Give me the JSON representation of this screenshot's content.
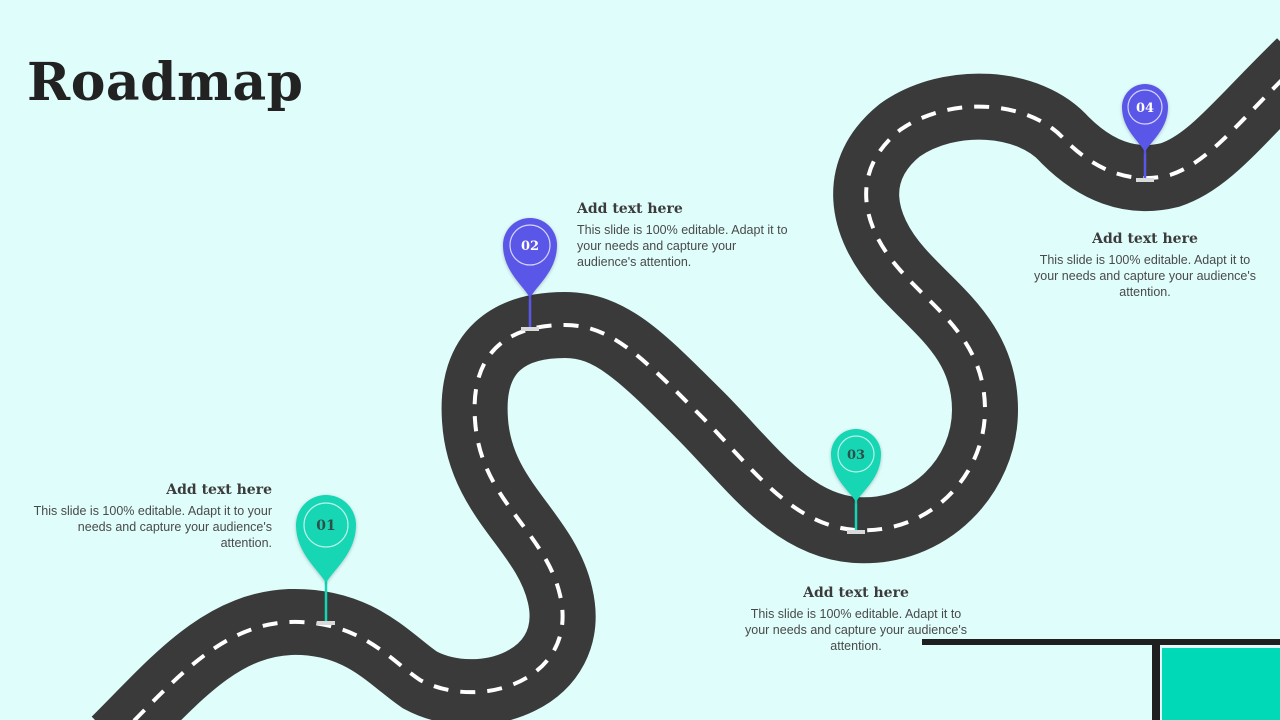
{
  "title": "Roadmap",
  "colors": {
    "background": "#dffdfb",
    "road": "#3a3a3a",
    "road_dash": "#ffffff",
    "teal": "#13d6b4",
    "purple": "#5a56e8",
    "corner_accent": "#00d9b8",
    "corner_line": "#1f1f1f"
  },
  "milestones": [
    {
      "number": "01",
      "heading": "Add text here",
      "body": "This slide is 100% editable. Adapt it to your needs and capture your audience's attention.",
      "color": "#13d6b4"
    },
    {
      "number": "02",
      "heading": "Add text here",
      "body": "This slide is 100% editable. Adapt it to your needs and capture your audience's attention.",
      "color": "#5a56e8"
    },
    {
      "number": "03",
      "heading": "Add text here",
      "body": "This slide is 100% editable. Adapt it to your needs and capture your audience's attention.",
      "color": "#13d6b4"
    },
    {
      "number": "04",
      "heading": "Add text here",
      "body": "This slide is 100% editable. Adapt it to your needs and capture your audience's attention.",
      "color": "#5a56e8"
    }
  ]
}
